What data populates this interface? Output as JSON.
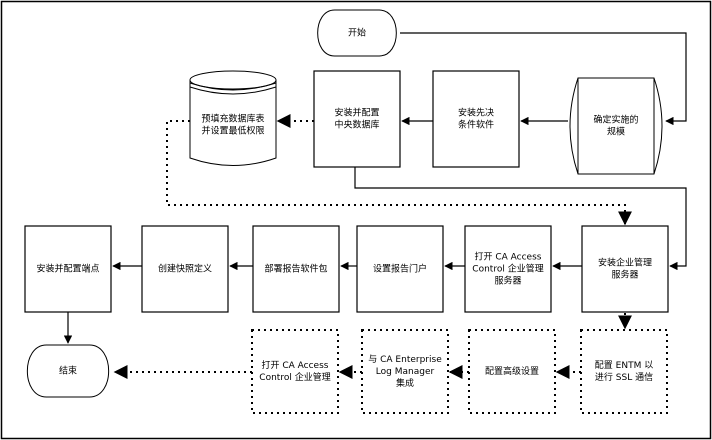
{
  "diagram": {
    "nodes": [
      {
        "id": "start",
        "shape": "terminator",
        "lines": [
          "开始"
        ]
      },
      {
        "id": "scope",
        "shape": "barrel",
        "lines": [
          "确定实施的",
          "规模"
        ]
      },
      {
        "id": "prereq",
        "shape": "process",
        "lines": [
          "安装先决",
          "条件软件"
        ]
      },
      {
        "id": "central_db",
        "shape": "process",
        "lines": [
          "安装并配置",
          "中央数据库"
        ]
      },
      {
        "id": "populate_db",
        "shape": "database",
        "lines": [
          "预填充数据库表",
          "并设置最低权限"
        ]
      },
      {
        "id": "install_entm",
        "shape": "process",
        "lines": [
          "安装企业管理",
          "服务器"
        ]
      },
      {
        "id": "open_entm",
        "shape": "process",
        "lines": [
          "打开 CA Access",
          "Control 企业管理",
          "服务器"
        ]
      },
      {
        "id": "report_portal",
        "shape": "process",
        "lines": [
          "设置报告门户"
        ]
      },
      {
        "id": "deploy_report",
        "shape": "process",
        "lines": [
          "部署报告软件包"
        ]
      },
      {
        "id": "snapshot",
        "shape": "process",
        "lines": [
          "创建快照定义"
        ]
      },
      {
        "id": "endpoint",
        "shape": "process",
        "lines": [
          "安装并配置端点"
        ]
      },
      {
        "id": "end",
        "shape": "terminator",
        "lines": [
          "结束"
        ]
      },
      {
        "id": "ssl",
        "shape": "optional",
        "lines": [
          "配置 ENTM 以",
          "进行 SSL 通信"
        ]
      },
      {
        "id": "advanced",
        "shape": "optional",
        "lines": [
          "配置高级设置"
        ]
      },
      {
        "id": "log_manager",
        "shape": "optional",
        "lines": [
          "与 CA Enterprise",
          "Log Manager",
          "集成"
        ]
      },
      {
        "id": "open_entm_opt",
        "shape": "optional",
        "lines": [
          "打开 CA Access",
          "Control 企业管理"
        ]
      }
    ],
    "edges": [
      {
        "from": "start",
        "to": "scope",
        "style": "solid"
      },
      {
        "from": "scope",
        "to": "prereq",
        "style": "solid"
      },
      {
        "from": "prereq",
        "to": "central_db",
        "style": "solid"
      },
      {
        "from": "central_db",
        "to": "populate_db",
        "style": "dotted"
      },
      {
        "from": "central_db",
        "to": "install_entm",
        "style": "solid"
      },
      {
        "from": "populate_db",
        "to": "install_entm",
        "style": "dotted"
      },
      {
        "from": "install_entm",
        "to": "open_entm",
        "style": "solid"
      },
      {
        "from": "open_entm",
        "to": "report_portal",
        "style": "solid"
      },
      {
        "from": "report_portal",
        "to": "deploy_report",
        "style": "solid"
      },
      {
        "from": "deploy_report",
        "to": "snapshot",
        "style": "solid"
      },
      {
        "from": "snapshot",
        "to": "endpoint",
        "style": "solid"
      },
      {
        "from": "endpoint",
        "to": "end",
        "style": "solid"
      },
      {
        "from": "install_entm",
        "to": "ssl",
        "style": "dotted"
      },
      {
        "from": "ssl",
        "to": "advanced",
        "style": "dotted"
      },
      {
        "from": "advanced",
        "to": "log_manager",
        "style": "dotted"
      },
      {
        "from": "log_manager",
        "to": "open_entm_opt",
        "style": "dotted"
      },
      {
        "from": "open_entm_opt",
        "to": "end",
        "style": "dotted"
      }
    ]
  }
}
